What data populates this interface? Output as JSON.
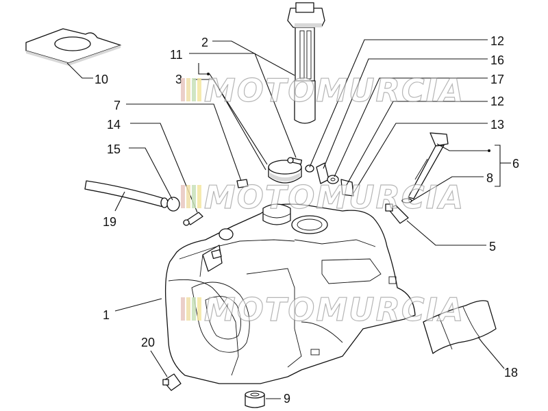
{
  "callouts": {
    "c1": "1",
    "c2": "2",
    "c3": "3",
    "c5": "5",
    "c6": "6",
    "c7": "7",
    "c8": "8",
    "c9": "9",
    "c10": "10",
    "c11": "11",
    "c12a": "12",
    "c12b": "12",
    "c13": "13",
    "c14": "14",
    "c15": "15",
    "c16": "16",
    "c17": "17",
    "c18": "18",
    "c19": "19",
    "c20": "20"
  },
  "watermark": {
    "text": "MOTOMURCIA",
    "stripe_colors": [
      "#e8c7c0",
      "#f0dfa8",
      "#c8e0b8",
      "#f3e6a0"
    ]
  }
}
